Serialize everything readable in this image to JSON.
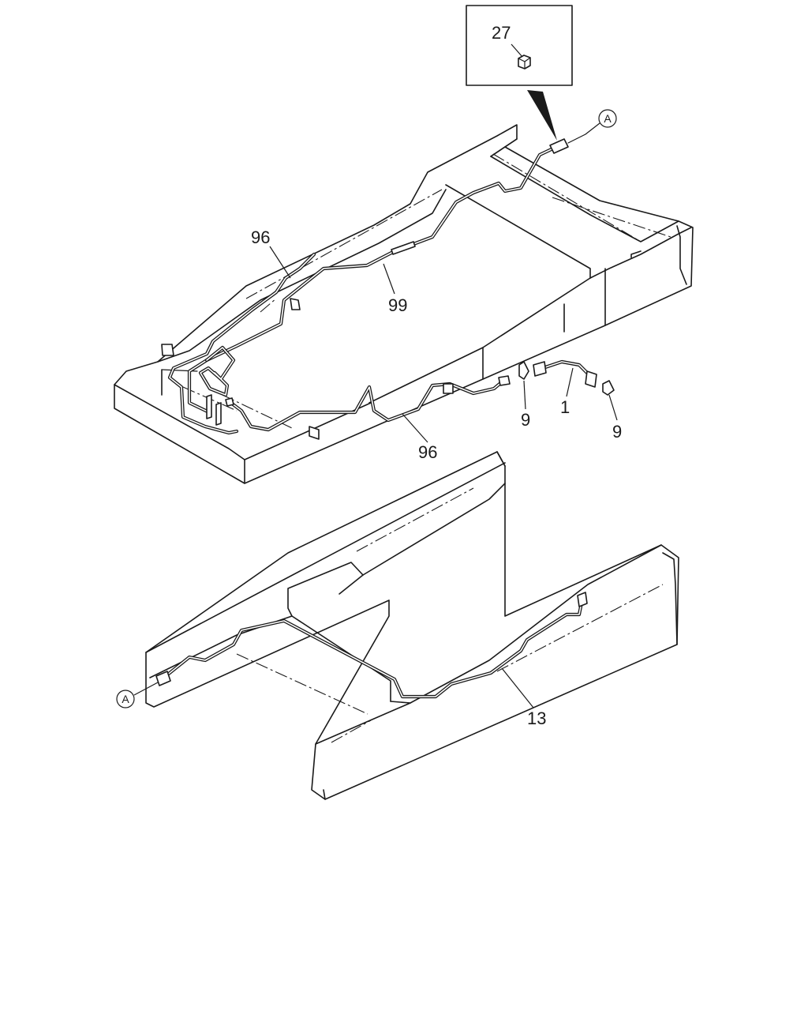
{
  "diagram": {
    "inset": {
      "label": "27"
    },
    "callouts": {
      "c96_top": "96",
      "c99": "99",
      "c9_left": "9",
      "c1": "1",
      "c9_right": "9",
      "c96_bottom": "96",
      "c13": "13"
    },
    "connectors": {
      "ref_top": "A",
      "ref_bottom": "A"
    }
  }
}
